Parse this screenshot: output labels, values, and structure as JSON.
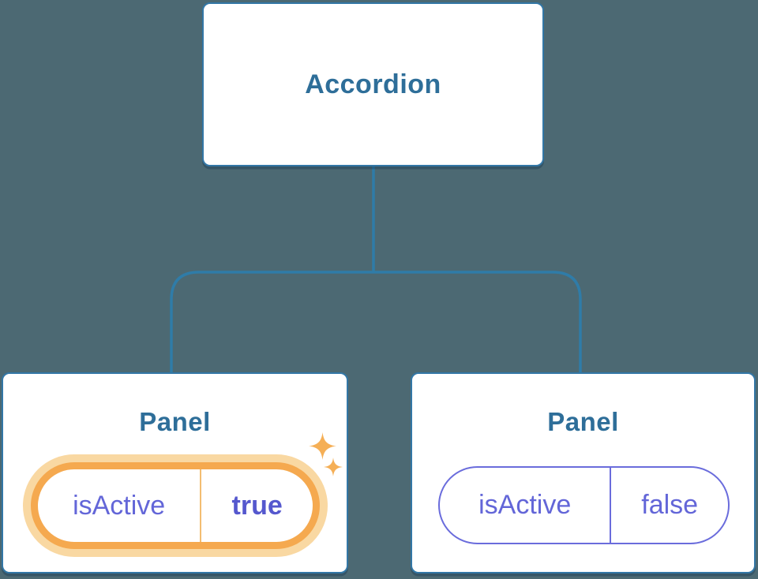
{
  "colors": {
    "background": "#4C6973",
    "box_border": "#3377A6",
    "box_fill": "#FFFFFF",
    "blue_text": "#2E6E99",
    "connector": "#2F7CA8",
    "purple": "#6366D8",
    "purple_bold": "#5558CE",
    "purple_border": "#6A6CDC",
    "orange_border": "#F5A94F",
    "orange_glow": "#F9D8A2",
    "sparkle": "#F5AF56"
  },
  "tree": {
    "root": {
      "label": "Accordion"
    },
    "panels": [
      {
        "title": "Panel",
        "state": {
          "key": "isActive",
          "value": "true"
        },
        "highlighted": true
      },
      {
        "title": "Panel",
        "state": {
          "key": "isActive",
          "value": "false"
        },
        "highlighted": false
      }
    ]
  }
}
